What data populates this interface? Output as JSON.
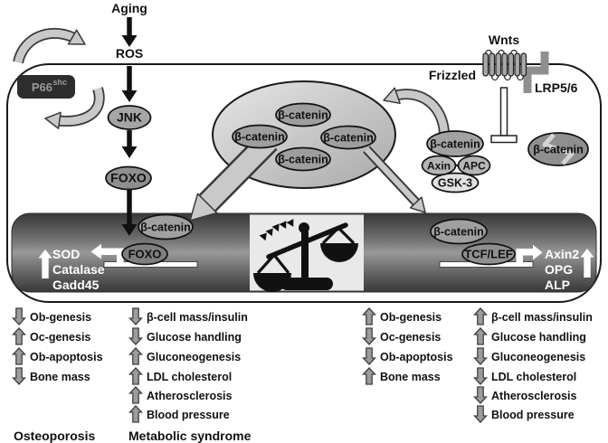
{
  "labels": {
    "aging": "Aging",
    "ros": "ROS",
    "p66_base": "P66",
    "p66_sup": "shc",
    "jnk": "JNK",
    "foxo": "FOXO",
    "wnts": "Wnts",
    "frizzled": "Frizzled",
    "lrp56": "LRP5/6",
    "beta_catenin": "β-catenin",
    "axin": "Axin",
    "apc": "APC",
    "gsk3": "GSK-3",
    "tcf_lef": "TCF/LEF"
  },
  "nucleus": {
    "left": {
      "cofactor": "β-catenin",
      "tf": "FOXO",
      "targets": [
        "SOD",
        "Catalase",
        "Gadd45"
      ]
    },
    "right": {
      "cofactor": "β-catenin",
      "tf": "TCF/LEF",
      "targets": [
        "Axin2",
        "OPG",
        "ALP"
      ]
    }
  },
  "outcomes": {
    "left_bone": {
      "footer": "Osteoporosis",
      "items": [
        {
          "direction": "down",
          "label": "Ob-genesis"
        },
        {
          "direction": "up",
          "label": "Oc-genesis"
        },
        {
          "direction": "up",
          "label": "Ob-apoptosis"
        },
        {
          "direction": "down",
          "label": "Bone mass"
        }
      ]
    },
    "left_metabolic": {
      "footer": "Metabolic syndrome",
      "items": [
        {
          "direction": "down",
          "label": "β-cell mass/insulin"
        },
        {
          "direction": "down",
          "label": "Glucose handling"
        },
        {
          "direction": "up",
          "label": "Gluconeogenesis"
        },
        {
          "direction": "up",
          "label": "LDL cholesterol"
        },
        {
          "direction": "up",
          "label": "Atherosclerosis"
        },
        {
          "direction": "up",
          "label": "Blood pressure"
        }
      ]
    },
    "right_bone": {
      "items": [
        {
          "direction": "up",
          "label": "Ob-genesis"
        },
        {
          "direction": "down",
          "label": "Oc-genesis"
        },
        {
          "direction": "down",
          "label": "Ob-apoptosis"
        },
        {
          "direction": "up",
          "label": "Bone mass"
        }
      ]
    },
    "right_metabolic": {
      "items": [
        {
          "direction": "up",
          "label": "β-cell mass/insulin"
        },
        {
          "direction": "up",
          "label": "Glucose handling"
        },
        {
          "direction": "down",
          "label": "Gluconeogenesis"
        },
        {
          "direction": "down",
          "label": "LDL cholesterol"
        },
        {
          "direction": "down",
          "label": "Atherosclerosis"
        },
        {
          "direction": "down",
          "label": "Blood pressure"
        }
      ]
    }
  },
  "icons": {
    "feedback_loop": "curved-recycle-arrow",
    "balance_scale": "tilted-balance",
    "frizzled_receptor": "seven-transmembrane-coil",
    "inhibition": "blunt-t-bar",
    "degradation": "interlocked-turnover-arrows",
    "transcription_left": "bent-arrow-left",
    "transcription_right": "bent-arrow-right",
    "increase": "up-block-arrow",
    "decrease": "down-block-arrow"
  },
  "colors": {
    "membrane": "#ffffff",
    "outline": "#1a1a1a",
    "nuclear_band_dark": "#383838",
    "nuclear_band_light": "#989898",
    "node_gray": "#9e9e9e",
    "pool_light": "#e6e6e6",
    "pool_dark": "#adadad",
    "arrow_fill": "#c9c9c9",
    "arrow_outline": "#3a3a3a",
    "list_arrow_fill": "#9c9c9c",
    "scale_panel": "#e9e9e9",
    "p66_box": "#2d2d2d",
    "white_text": "#ffffff"
  }
}
